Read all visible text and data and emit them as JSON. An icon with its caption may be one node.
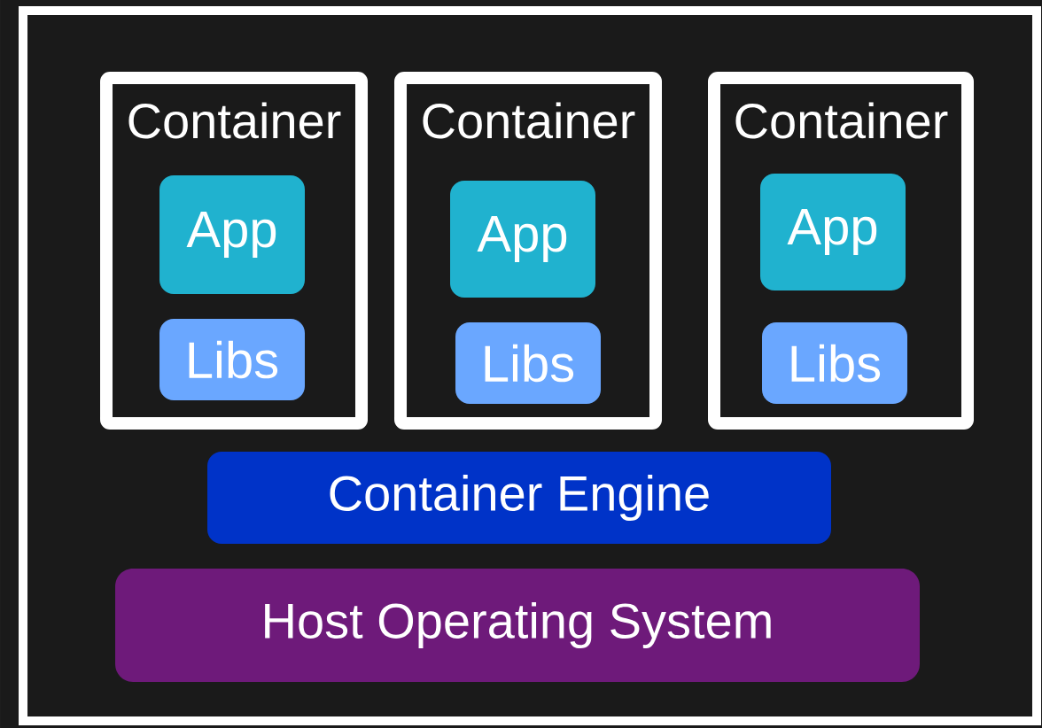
{
  "diagram": {
    "nodes": [
      {
        "text": [],
        "shape": "box"
      },
      {
        "text": [
          "Container"
        ],
        "in": 0
      },
      {
        "text": [
          "App"
        ],
        "in": 1
      },
      {
        "text": [
          "Libs"
        ],
        "in": 1
      },
      {
        "text": [
          "Container"
        ],
        "in": 0
      },
      {
        "text": [
          "App"
        ],
        "in": 4
      },
      {
        "text": [
          "Libs"
        ],
        "in": 4
      },
      {
        "text": [
          "Container"
        ],
        "in": 0
      },
      {
        "text": [
          "App"
        ],
        "in": 7
      },
      {
        "text": [
          "Libs"
        ],
        "in": 7
      },
      {
        "text": [
          "Container Engine"
        ],
        "in": 0
      },
      {
        "text": [
          "Host Operating System"
        ],
        "in": 0
      }
    ]
  }
}
